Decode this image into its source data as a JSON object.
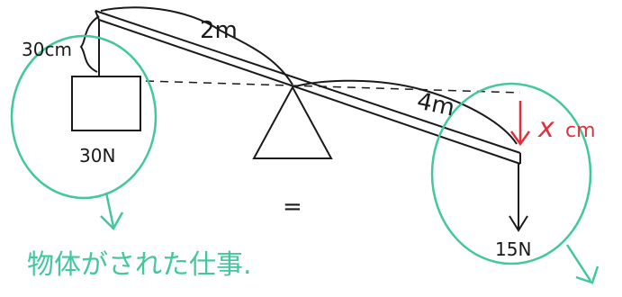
{
  "colors": {
    "ink": "#1a1a1a",
    "red": "#e0303c",
    "green": "#43c79e"
  },
  "labels": {
    "lever_left_length": "2m",
    "lever_right_length": "4m",
    "object_lift_height": "30cm",
    "object_weight": "30N",
    "applied_force": "15N",
    "displacement_variable": "x",
    "displacement_unit": "cm",
    "equals": "=",
    "work_done_on_object": "物体がされた仕事."
  }
}
